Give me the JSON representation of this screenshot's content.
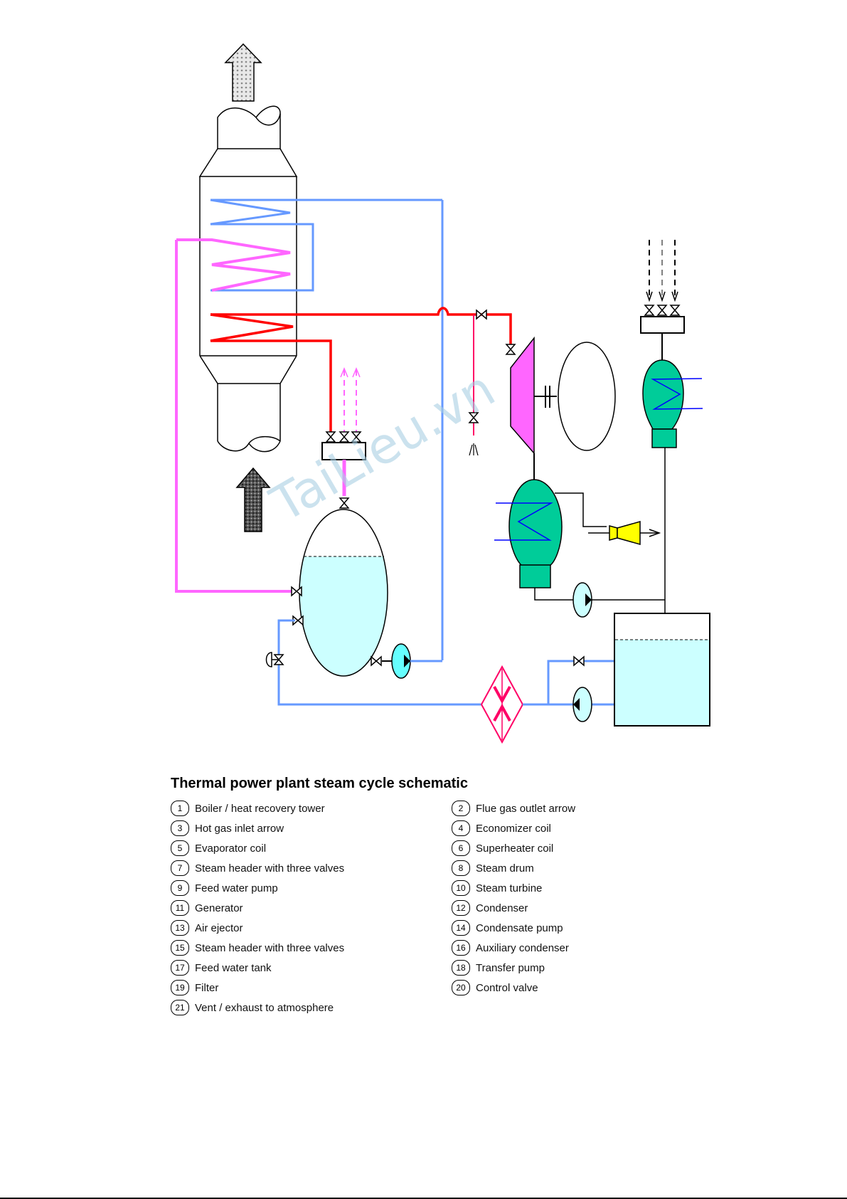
{
  "diagram": {
    "title": "Thermal power plant steam cycle schematic",
    "watermark": "TaiLieu.vn",
    "colors": {
      "economizer": "#6699ff",
      "evaporator": "#ff66ff",
      "superheater": "#ff0000",
      "bypass": "#ff0066",
      "water_fill": "#ccffff",
      "pump_fill_feed": "#66ffff",
      "pump_fill": "#ccffff",
      "turbine_fill": "#ff66ff",
      "condenser_fill": "#00cc99",
      "ejector_fill": "#ffff00",
      "coil": "#0000ff",
      "filter": "#ff0066",
      "line": "#000000"
    },
    "components": [
      {
        "id": "boiler",
        "label": "Boiler / heat recovery tower"
      },
      {
        "id": "flue-gas-out",
        "label": "Flue gas outlet arrow"
      },
      {
        "id": "flue-gas-in",
        "label": "Hot gas inlet arrow"
      },
      {
        "id": "economizer-coil",
        "label": "Economizer coil"
      },
      {
        "id": "evaporator-coil",
        "label": "Evaporator coil"
      },
      {
        "id": "superheater-coil",
        "label": "Superheater coil"
      },
      {
        "id": "steam-header-left",
        "label": "Steam header with three valves"
      },
      {
        "id": "steam-drum",
        "label": "Steam drum"
      },
      {
        "id": "feed-pump",
        "label": "Feed water pump"
      },
      {
        "id": "turbine",
        "label": "Steam turbine"
      },
      {
        "id": "generator",
        "label": "Generator"
      },
      {
        "id": "condenser",
        "label": "Condenser"
      },
      {
        "id": "ejector",
        "label": "Air ejector"
      },
      {
        "id": "condensate-pump",
        "label": "Condensate pump"
      },
      {
        "id": "steam-header-right",
        "label": "Steam header with three valves"
      },
      {
        "id": "aux-condenser",
        "label": "Auxiliary condenser"
      },
      {
        "id": "hot-well-tank",
        "label": "Feed water tank"
      },
      {
        "id": "transfer-pump",
        "label": "Transfer pump"
      },
      {
        "id": "filter",
        "label": "Filter"
      },
      {
        "id": "control-valve",
        "label": "Control valve"
      },
      {
        "id": "vent",
        "label": "Vent / exhaust to atmosphere"
      }
    ]
  }
}
